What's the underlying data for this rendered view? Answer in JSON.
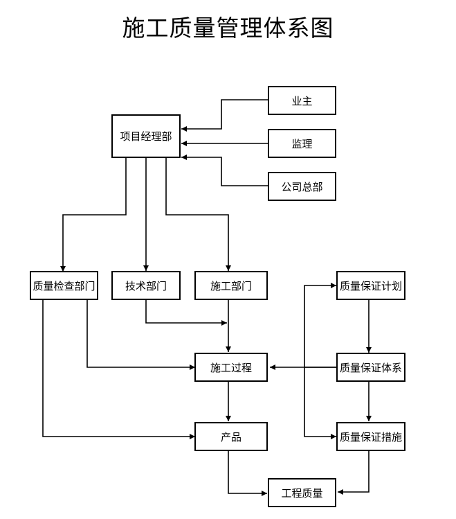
{
  "title": "施工质量管理体系图",
  "nodes": {
    "owner": "业主",
    "pm_dept": "项目经理部",
    "supervision": "监理",
    "company_hq": "公司总部",
    "quality_check_dept": "质量检查部门",
    "tech_dept": "技术部门",
    "construction_dept": "施工部门",
    "qa_plan": "质量保证计划",
    "construction_process": "施工过程",
    "qa_system": "质量保证体系",
    "product": "产品",
    "qa_measures": "质量保证措施",
    "engineering_quality": "工程质量"
  },
  "edges": [
    {
      "from": "owner",
      "to": "pm_dept"
    },
    {
      "from": "supervision",
      "to": "pm_dept"
    },
    {
      "from": "company_hq",
      "to": "pm_dept"
    },
    {
      "from": "pm_dept",
      "to": "quality_check_dept"
    },
    {
      "from": "pm_dept",
      "to": "tech_dept"
    },
    {
      "from": "pm_dept",
      "to": "construction_dept"
    },
    {
      "from": "tech_dept",
      "to": "construction_process"
    },
    {
      "from": "construction_dept",
      "to": "construction_process"
    },
    {
      "from": "quality_check_dept",
      "to": "construction_process"
    },
    {
      "from": "quality_check_dept",
      "to": "product"
    },
    {
      "from": "qa_system",
      "to": "construction_process"
    },
    {
      "from": "qa_system",
      "to": "qa_plan"
    },
    {
      "from": "qa_system",
      "to": "qa_measures"
    },
    {
      "from": "qa_plan",
      "to": "qa_system"
    },
    {
      "from": "qa_system",
      "to": "qa_measures"
    },
    {
      "from": "construction_process",
      "to": "product"
    },
    {
      "from": "product",
      "to": "engineering_quality"
    },
    {
      "from": "qa_measures",
      "to": "engineering_quality"
    }
  ]
}
